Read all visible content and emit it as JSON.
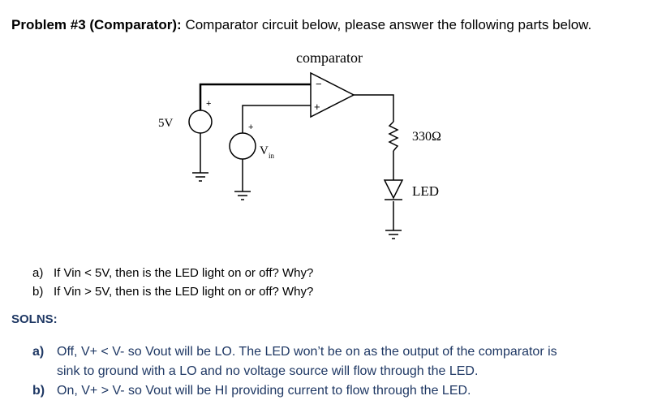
{
  "heading": {
    "bold": "Problem #3 (Comparator):",
    "text": "Comparator circuit below, please answer the following parts below."
  },
  "circuit": {
    "title": "comparator",
    "source_5v": "5V",
    "source_vin_main": "V",
    "source_vin_sub": "in",
    "plus_sign": "+",
    "minus_sign": "−",
    "resistor": "330Ω",
    "led": "LED"
  },
  "questions": [
    {
      "label": "a)",
      "text": "If Vin < 5V, then is the LED light on or off?  Why?"
    },
    {
      "label": "b)",
      "text": "If Vin > 5V, then is the LED light on or off?  Why?"
    }
  ],
  "solns_label": "SOLNS:",
  "answers": [
    {
      "label": "a)",
      "line1": "Off, V+ < V- so Vout will be LO.  The LED won’t be on as the output of the comparator is",
      "line2": "sink to ground with a LO and no voltage source will flow through the LED."
    },
    {
      "label": "b)",
      "line1": "On, V+ > V- so Vout will be HI providing current to flow through the LED."
    }
  ]
}
